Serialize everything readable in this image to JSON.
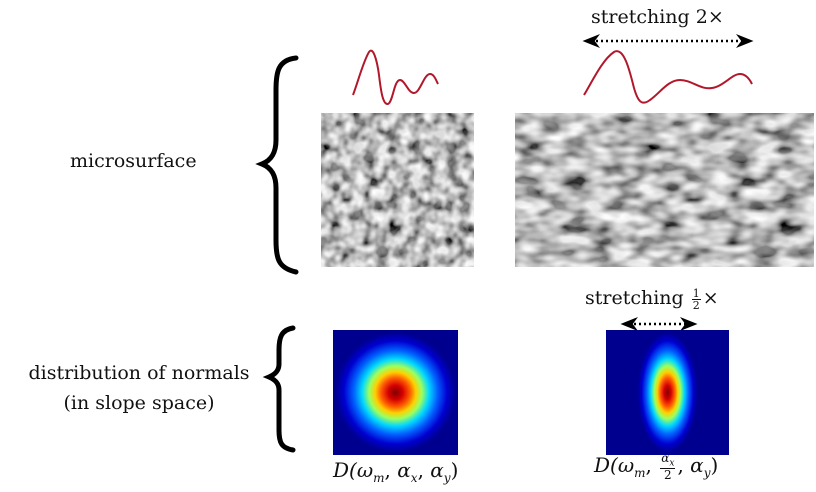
{
  "rows": {
    "microsurface": "microsurface",
    "normals_line1": "distribution of normals",
    "normals_line2": "(in slope space)"
  },
  "annotations": {
    "stretch_top_word": "stretching",
    "stretch_top_factor": "2",
    "stretch_times": "×",
    "stretch_bottom_word": "stretching",
    "stretch_bottom_num": "1",
    "stretch_bottom_den": "2"
  },
  "formulas": {
    "left": {
      "fn": "D(",
      "omega": "ω",
      "m": "m",
      "sep": ", ",
      "alpha": "α",
      "x": "x",
      "y": "y",
      "close": ")"
    },
    "right": {
      "fn": "D(",
      "omega": "ω",
      "m": "m",
      "sep": ", ",
      "alpha": "α",
      "x": "x",
      "den": "2",
      "y": "y",
      "close": ")"
    }
  },
  "colors": {
    "profile_curve": "#b2182b",
    "arrow": "#000000",
    "background_map": "#00008f"
  },
  "heatmaps": {
    "left_aspect_x": 1.0,
    "right_aspect_x": 0.5
  }
}
